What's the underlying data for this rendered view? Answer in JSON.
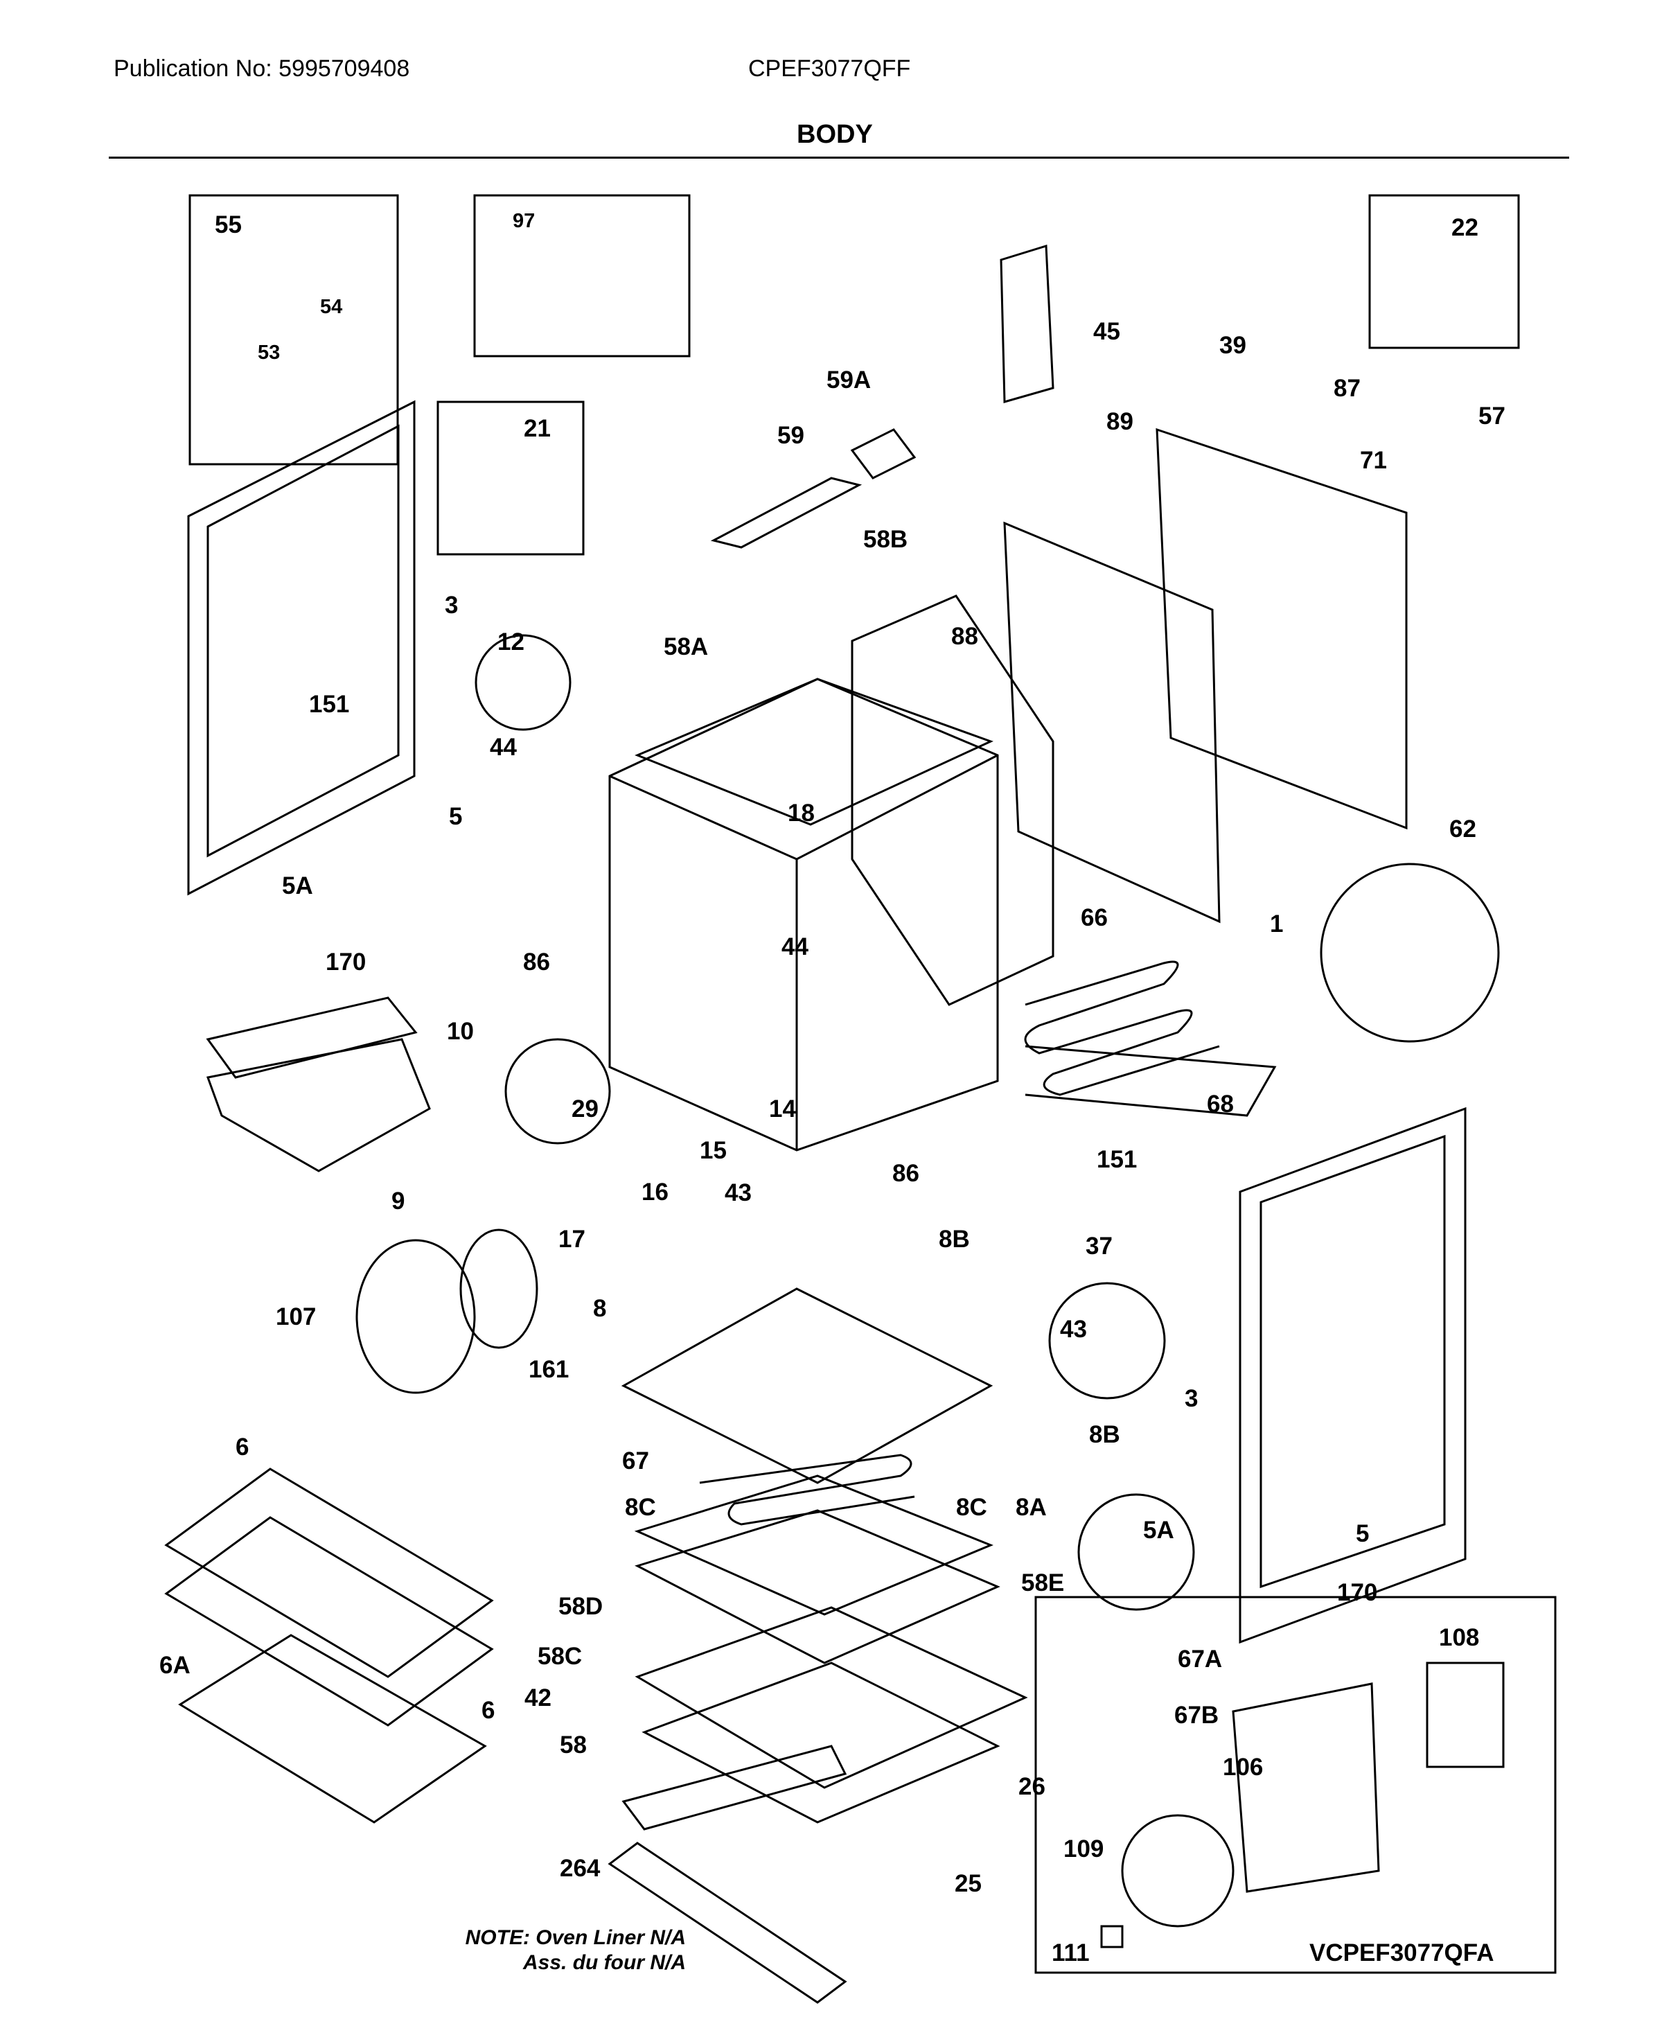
{
  "header": {
    "publication": "Publication No: 5995709408",
    "model": "CPEF3077QFF",
    "section_title": "BODY"
  },
  "notes": {
    "line1": "NOTE: Oven Liner N/A",
    "line2": "Ass. du four N/A"
  },
  "inset_model": "VCPEF3077QFA",
  "callouts": {
    "c55": "55",
    "c54": "54",
    "c53": "53",
    "c97": "97",
    "c21": "21",
    "c22": "22",
    "c39": "39",
    "c45": "45",
    "c59A": "59A",
    "c59": "59",
    "c89": "89",
    "c87": "87",
    "c57": "57",
    "c71": "71",
    "c58B": "58B",
    "c88": "88",
    "c58A": "58A",
    "c3a": "3",
    "c151a": "151",
    "c12": "12",
    "c44a": "44",
    "c18": "18",
    "c5a": "5",
    "c5Aa": "5A",
    "c170a": "170",
    "c86a": "86",
    "c44b": "44",
    "c62": "62",
    "c1": "1",
    "c66": "66",
    "c10": "10",
    "c29": "29",
    "c14": "14",
    "c68": "68",
    "c15": "15",
    "c9": "9",
    "c16": "16",
    "c86b": "86",
    "c43a": "43",
    "c151b": "151",
    "c17": "17",
    "c37": "37",
    "c8B_a": "8B",
    "c107": "107",
    "c8": "8",
    "c43b": "43",
    "c161": "161",
    "c3b": "3",
    "c8B_b": "8B",
    "c6a": "6",
    "c67": "67",
    "c8Ca": "8C",
    "c8Cb": "8C",
    "c8A": "8A",
    "c5Ab": "5A",
    "c5b": "5",
    "c170b": "170",
    "c58E": "58E",
    "c58D": "58D",
    "c58C": "58C",
    "c6A": "6A",
    "c67A": "67A",
    "c42": "42",
    "c6b": "6",
    "c67B": "67B",
    "c108": "108",
    "c58": "58",
    "c106": "106",
    "c26": "26",
    "c264": "264",
    "c109": "109",
    "c25": "25",
    "c111": "111"
  },
  "icons": [
    "oven-body-exploded-diagram"
  ]
}
